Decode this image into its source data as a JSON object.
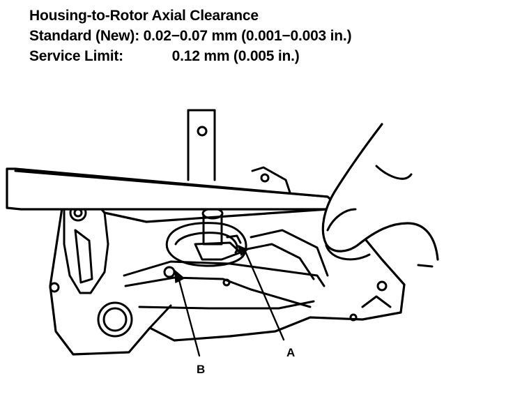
{
  "heading": {
    "title": "Housing-to-Rotor Axial Clearance",
    "standard_label": "Standard (New):",
    "standard_value": "0.02−0.07 mm (0.001−0.003 in.)",
    "limit_label": "Service Limit:",
    "limit_value": "0.12 mm (0.005 in.)"
  },
  "callouts": {
    "a": "A",
    "b": "B"
  },
  "colors": {
    "ink": "#000000",
    "paper": "#ffffff"
  }
}
